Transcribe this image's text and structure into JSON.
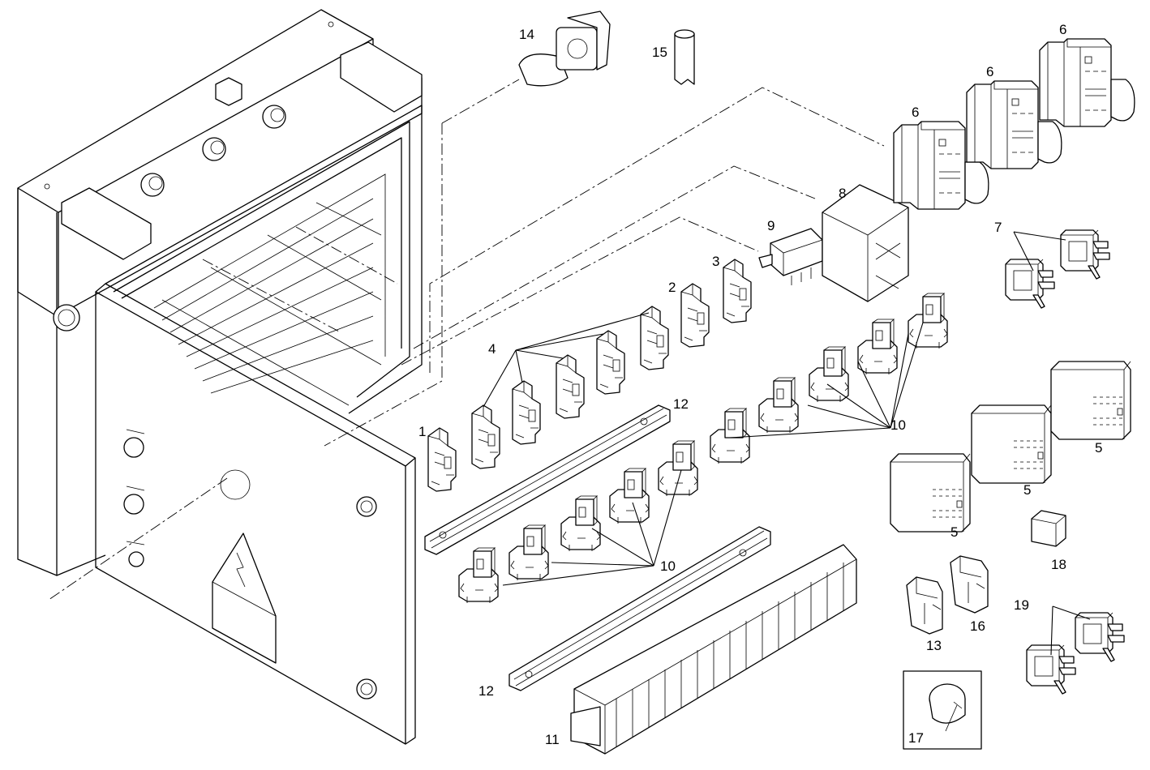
{
  "diagram": {
    "callouts": {
      "c1": "1",
      "c2": "2",
      "c3": "3",
      "c4": "4",
      "c5a": "5",
      "c5b": "5",
      "c5c": "5",
      "c6a": "6",
      "c6b": "6",
      "c6c": "6",
      "c7": "7",
      "c8": "8",
      "c9": "9",
      "c10a": "10",
      "c10b": "10",
      "c11": "11",
      "c12a": "12",
      "c12b": "12",
      "c13": "13",
      "c14": "14",
      "c15": "15",
      "c16": "16",
      "c17": "17",
      "c18": "18",
      "c19": "19"
    },
    "symbols": {
      "warning_sign": "high-voltage-warning-icon"
    }
  }
}
